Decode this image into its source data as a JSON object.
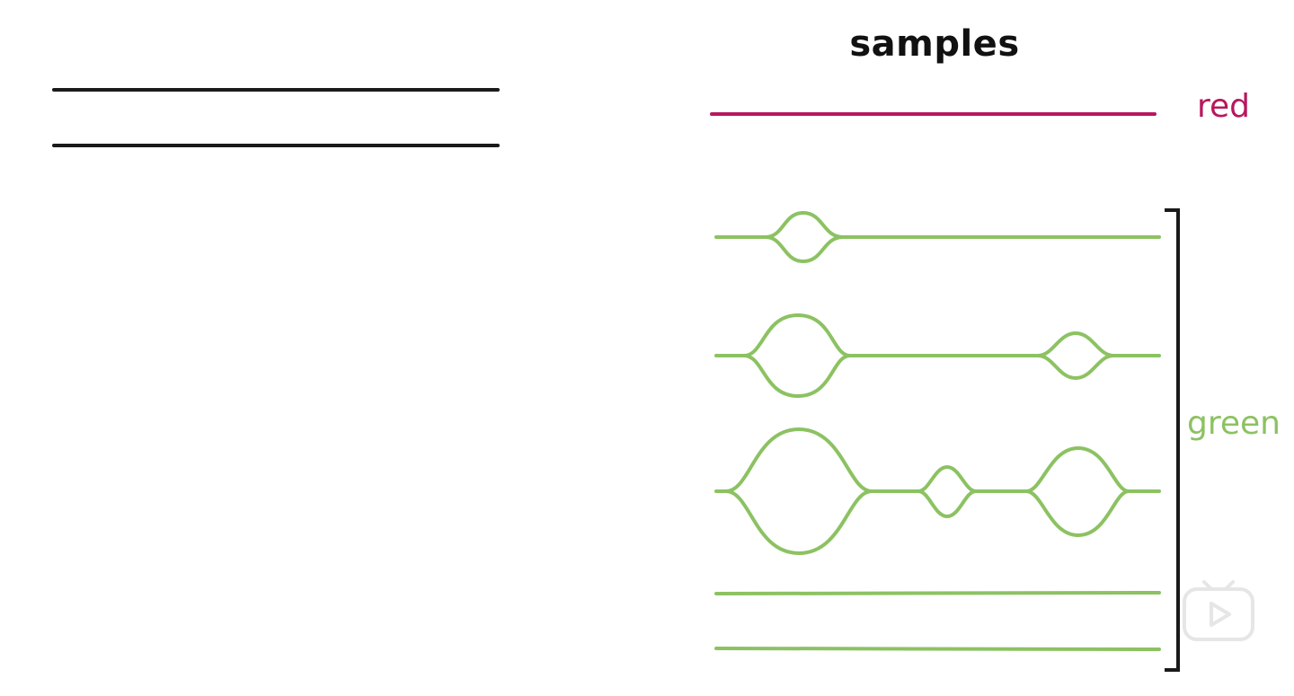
{
  "title": "samples",
  "labels": {
    "red": "red",
    "green": "green"
  },
  "colors": {
    "red": "#b8175f",
    "green": "#8cc262",
    "black": "#1a1a1a"
  },
  "icons": {
    "play": "play-icon"
  }
}
